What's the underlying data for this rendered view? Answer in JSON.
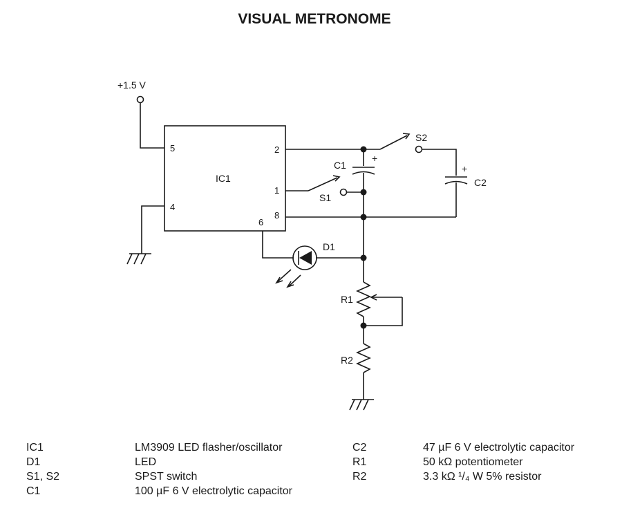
{
  "title": "VISUAL METRONOME",
  "labels": {
    "supply": "+1.5 V",
    "ic": "IC1",
    "pins": {
      "p5": "5",
      "p4": "4",
      "p2": "2",
      "p1": "1",
      "p8": "8",
      "p6": "6"
    },
    "c1": "C1",
    "c2": "C2",
    "s1": "S1",
    "s2": "S2",
    "d1": "D1",
    "r1": "R1",
    "r2": "R2",
    "plus": "+"
  },
  "parts_left": [
    {
      "ref": "IC1",
      "desc": "LM3909 LED flasher/oscillator"
    },
    {
      "ref": "D1",
      "desc": "LED"
    },
    {
      "ref": "S1, S2",
      "desc": "SPST switch"
    },
    {
      "ref": "C1",
      "desc": "100  µF 6 V electrolytic capacitor"
    }
  ],
  "parts_right": [
    {
      "ref": "C2",
      "desc": "47 µF 6 V electrolytic capacitor"
    },
    {
      "ref": "R1",
      "desc": "50 kΩ potentiometer"
    },
    {
      "ref": "R2",
      "desc": "3.3 kΩ ¹/₄ W 5% resistor"
    }
  ]
}
